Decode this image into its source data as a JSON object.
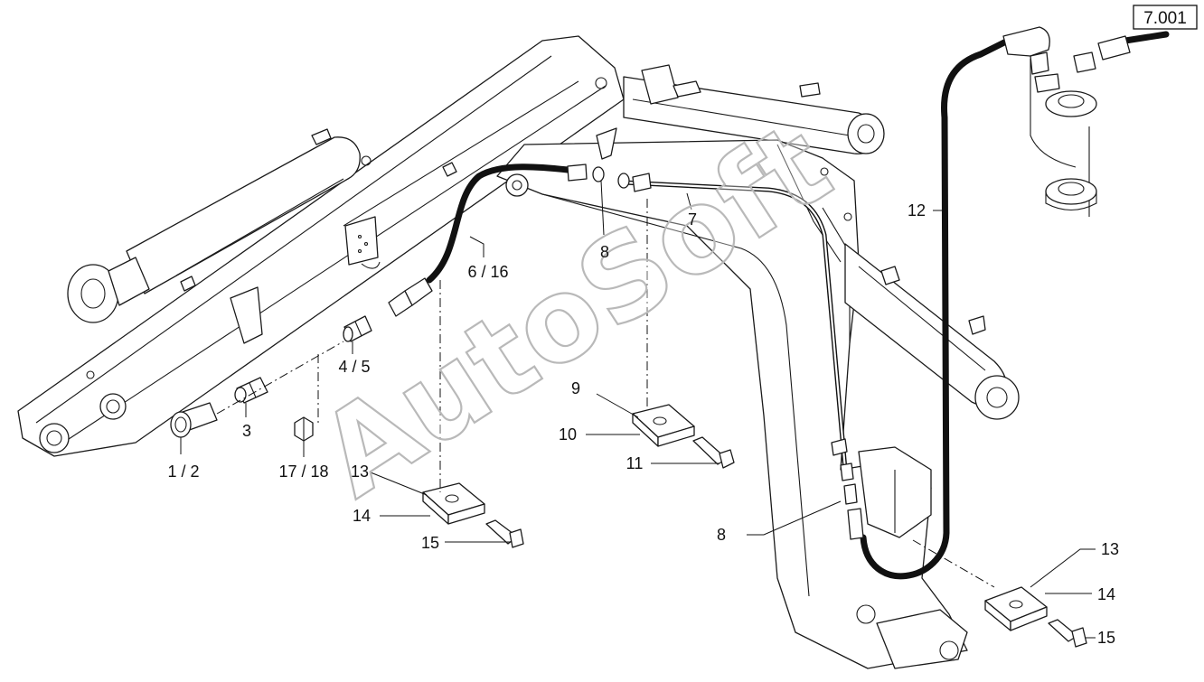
{
  "reference": "7.001",
  "watermark": "AutoSoft",
  "labels": {
    "l1_2": "1 / 2",
    "l3": "3",
    "l4_5": "4 / 5",
    "l6_16": "6 / 16",
    "l7": "7",
    "l8a": "8",
    "l8b": "8",
    "l9": "9",
    "l10": "10",
    "l11": "11",
    "l12": "12",
    "l13a": "13",
    "l13b": "13",
    "l14a": "14",
    "l14b": "14",
    "l15a": "15",
    "l15b": "15",
    "l17_18": "17 / 18"
  }
}
